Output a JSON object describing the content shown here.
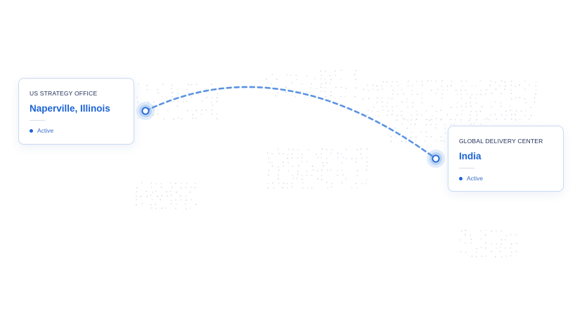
{
  "accent_color": "#1c63d6",
  "route_color": "#5b93e3",
  "locations": [
    {
      "kicker": "US STRATEGY OFFICE",
      "city": "Naperville, Illinois",
      "status": "Active"
    },
    {
      "kicker": "GLOBAL DELIVERY CENTER",
      "city": "India",
      "status": "Active"
    }
  ]
}
